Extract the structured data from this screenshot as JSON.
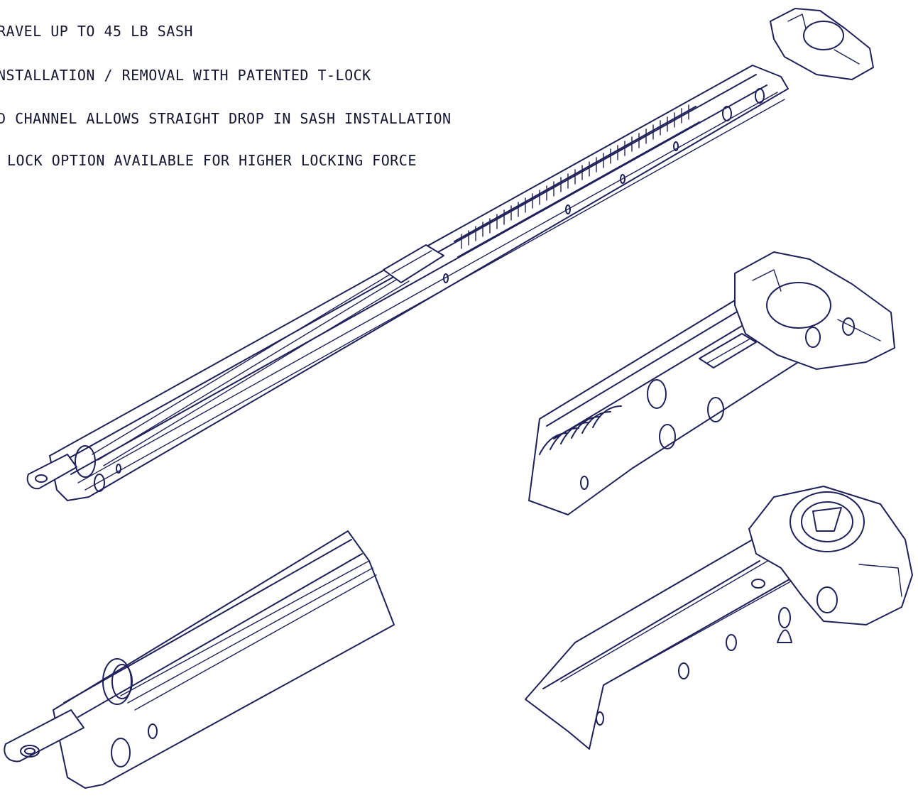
{
  "features": [
    "RAVEL UP TO 45 LB SASH",
    "NSTALLATION / REMOVAL WITH PATENTED T-LOCK",
    "D CHANNEL ALLOWS STRAIGHT DROP IN SASH INSTALLATION",
    " LOCK OPTION AVAILABLE FOR HIGHER LOCKING FORCE"
  ],
  "colors": {
    "line": "#20205a",
    "text": "#151530",
    "background": "#ffffff"
  }
}
